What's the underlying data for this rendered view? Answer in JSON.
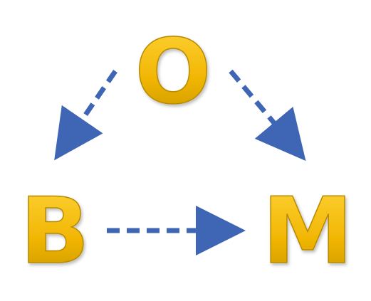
{
  "diagram": {
    "nodes": {
      "top": {
        "label": "O"
      },
      "bottom_left": {
        "label": "B"
      },
      "bottom_right": {
        "label": "M"
      }
    },
    "edges": [
      {
        "from": "O",
        "to": "B",
        "style": "dashed-arrow"
      },
      {
        "from": "O",
        "to": "M",
        "style": "dashed-arrow"
      },
      {
        "from": "B",
        "to": "M",
        "style": "dashed-arrow"
      }
    ],
    "colors": {
      "letter_fill": "#F2B705",
      "letter_fill_light": "#FFD43B",
      "letter_fill_dark": "#C89500",
      "letter_outline": "#B78A00",
      "arrow": "#3F66B5",
      "background": "#ffffff"
    }
  }
}
